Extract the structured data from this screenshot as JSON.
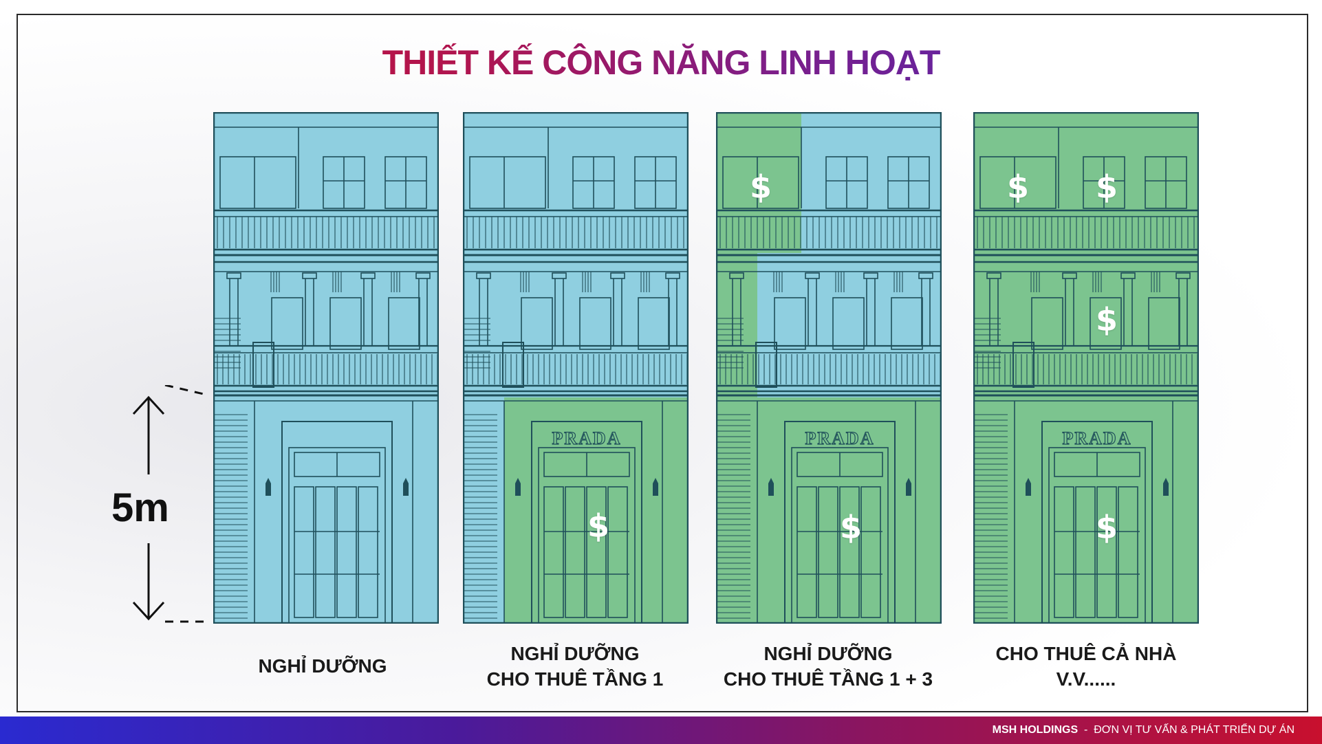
{
  "title": "THIẾT KẾ CÔNG NĂNG LINH HOẠT",
  "dimension_label": "5m",
  "sign_text": "PRADA",
  "dollar_symbol": "$",
  "captions": [
    {
      "line1": "NGHỈ DƯỠNG",
      "line2": ""
    },
    {
      "line1": "NGHỈ DƯỠNG",
      "line2": "CHO THUÊ TẦNG 1"
    },
    {
      "line1": "NGHỈ DƯỠNG",
      "line2": "CHO THUÊ TẦNG 1 + 3"
    },
    {
      "line1": "CHO THUÊ CẢ NHÀ",
      "line2": "V.V......"
    }
  ],
  "footer": {
    "brand": "MSH HOLDINGS",
    "separator": "-",
    "tagline": "ĐƠN VỊ TƯ VẤN & PHÁT TRIỂN DỰ ÁN"
  },
  "colors": {
    "residential_blue": "#8fcfe0",
    "rental_green": "#7cc48f",
    "title_start": "#c8102e",
    "title_end": "#3b2bc4"
  }
}
